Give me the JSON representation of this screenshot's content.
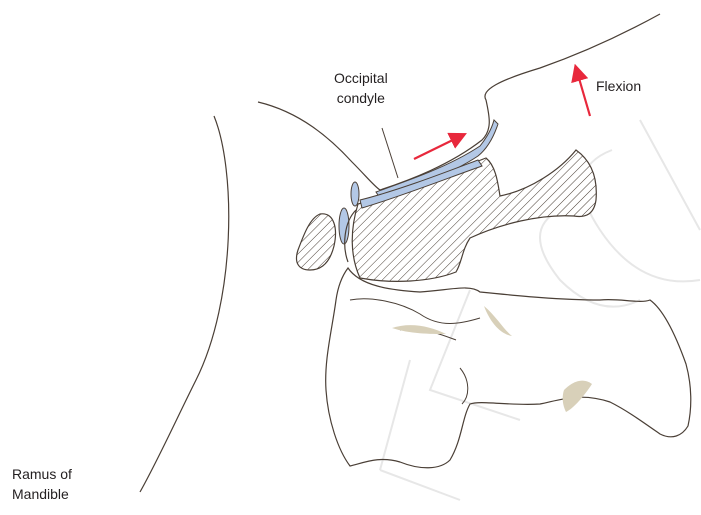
{
  "labels": {
    "occipital_condyle_line1": "Occipital",
    "occipital_condyle_line2": "condyle",
    "flexion": "Flexion",
    "ramus_line1": "Ramus of",
    "ramus_line2": "Mandible"
  },
  "colors": {
    "outline": "#4a3f36",
    "cartilage": "#b3c8e6",
    "arrow": "#e8283c",
    "bone_shading": "#d8d0b9",
    "watermark": "#e7e7e7",
    "text": "#231f20"
  },
  "arrows": {
    "condyle_motion": "red arrow along the joint surface pointing up-right",
    "flexion_motion": "red arrow pointing up"
  }
}
